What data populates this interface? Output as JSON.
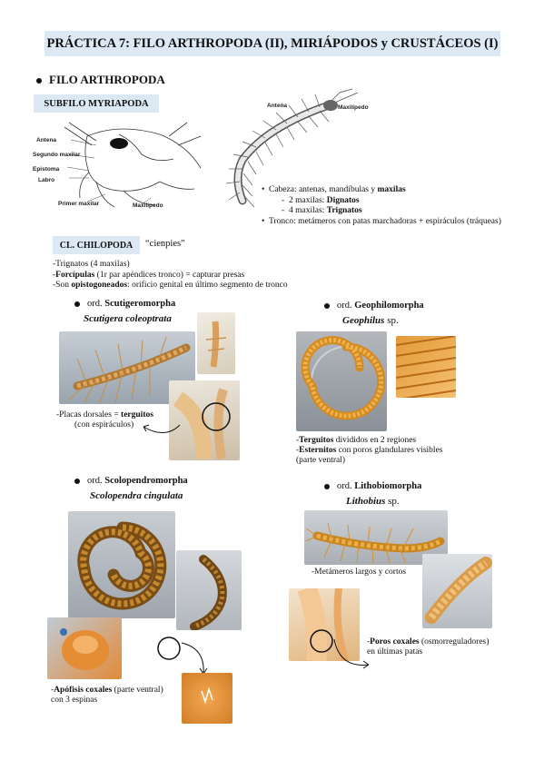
{
  "title": "PRÁCTICA 7: FILO ARTHROPODA (II), MIRIÁPODOS y CRUSTÁCEOS (I)",
  "phylum": "FILO ARTHROPODA",
  "subphylum": "SUBFILO MYRIAPODA",
  "head_diagram": {
    "labels": [
      "Antena",
      "Segundo maxilar",
      "Epistoma",
      "Labro",
      "Primer maxilar",
      "Maxilípedo"
    ]
  },
  "body_diagram": {
    "labels": [
      "Antena",
      "Maxilípedo"
    ]
  },
  "features": {
    "head": "Cabeza: antenas, mandíbulas y ",
    "head_bold": "maxilas",
    "dignatos_pre": "2 maxilas: ",
    "dignatos": "Dignatos",
    "trignatos_pre": "4 maxilas: ",
    "trignatos": "Trignatos",
    "trunk": "Tronco: metámeros con patas marchadoras + espiráculos (tráqueas)"
  },
  "class": {
    "name": "CL. CHILOPODA",
    "common": "“cienpies”",
    "line1": "-Trignatos (4 maxilas)",
    "line2_pre": "-",
    "line2_bold": "Forcípulas",
    "line2_post": " (1r par apéndices tronco) = capturar presas",
    "line3_pre": "-Son ",
    "line3_bold": "opistogoneados",
    "line3_post": ": orificio genital en último segmento de tronco"
  },
  "orders": {
    "scutigero": {
      "prefix": "ord. ",
      "name": "Scutigeromorpha",
      "species": "Scutigera coleoptrata",
      "caption_pre": "-Placas dorsales = ",
      "caption_bold": "terguitos",
      "caption2": "(con espiráculos)"
    },
    "geophilo": {
      "prefix": "ord. ",
      "name": "Geophilomorpha",
      "species": "Geophilus",
      "species_suffix": " sp.",
      "cap1_bold": "Terguitos",
      "cap1_post": " divididos en 2 regiones",
      "cap2_bold": "Esternitos",
      "cap2_post": " con poros glandulares visibles",
      "cap3": "(parte ventral)"
    },
    "scolopendro": {
      "prefix": "ord. ",
      "name": "Scolopendromorpha",
      "species": "Scolopendra cingulata",
      "cap_bold": "Apófisis coxales",
      "cap_post": " (parte ventral)",
      "cap2": "con 3 espinas"
    },
    "lithobio": {
      "prefix": "ord. ",
      "name": "Lithobiomorpha",
      "species": "Lithobius",
      "species_suffix": " sp.",
      "cap1": "-Metámeros largos y cortos",
      "cap2_bold": "Poros coxales",
      "cap2_post": " (osmorreguladores)",
      "cap3": "en últimas patas"
    }
  },
  "colors": {
    "box_fill": "#dce9f5",
    "centipede_orange": "#d89a3a",
    "centipede_dark": "#8a5a1e"
  }
}
